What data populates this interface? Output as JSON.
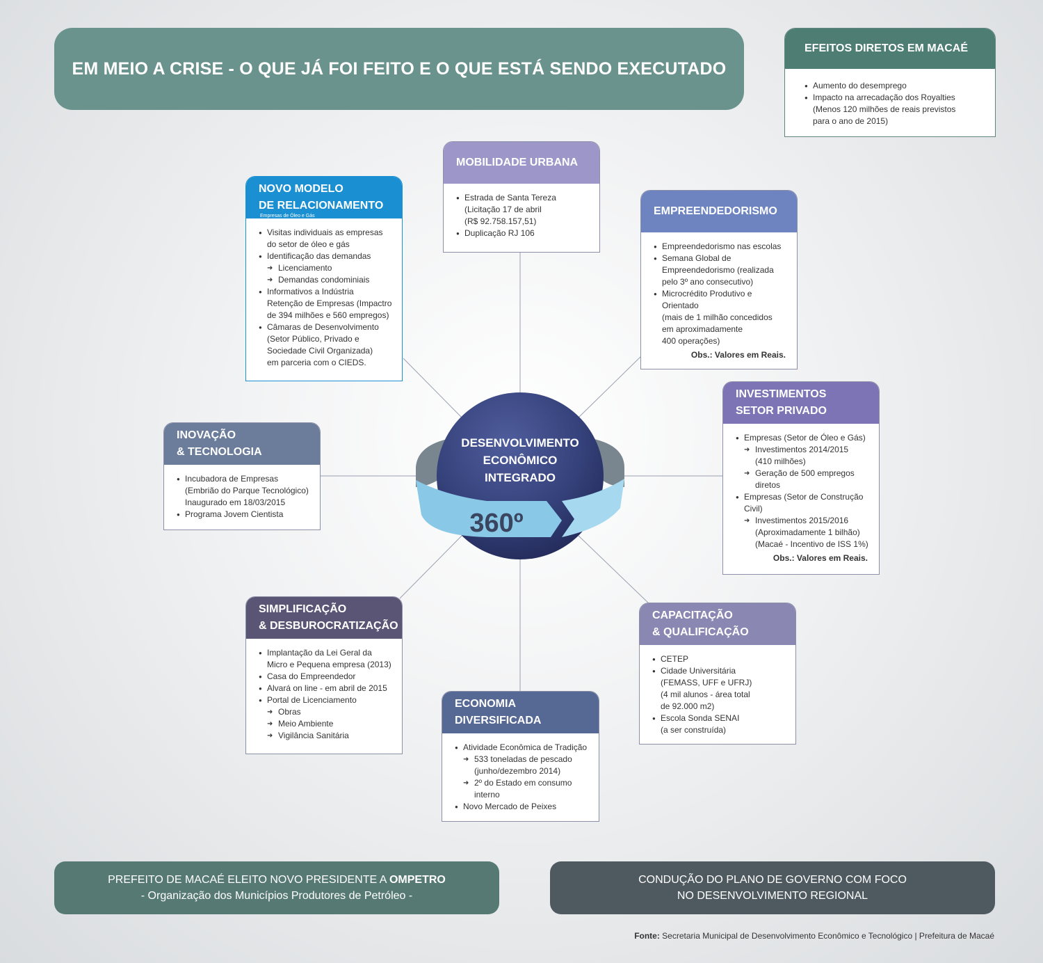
{
  "title": "EM MEIO A CRISE - O QUE JÁ FOI FEITO E O QUE ESTÁ SENDO EXECUTADO",
  "efeitos": {
    "title": "EFEITOS DIRETOS EM MACAÉ",
    "items": [
      "Aumento do desemprego",
      "Impacto na arrecadação dos Royalties",
      "(Menos 120 milhões de reais previstos",
      "para o ano de 2015)"
    ]
  },
  "center": {
    "line1": "DESENVOLVIMENTO",
    "line2": "ECONÔMICO",
    "line3": "INTEGRADO",
    "badge": "360º"
  },
  "mobilidade": {
    "title": "MOBILIDADE URBANA",
    "items": [
      "Estrada de Santa Tereza",
      "(Licitação 17 de abril",
      "(R$ 92.758.157,51)",
      "Duplicação RJ 106"
    ]
  },
  "novo_modelo": {
    "title1": "NOVO MODELO",
    "title2": "DE RELACIONAMENTO",
    "subtitle": "Empresas de Óleo e Gás",
    "items": [
      "Visitas individuais as empresas",
      "do setor de óleo e gás",
      "Identificação das demandas",
      "Licenciamento",
      "Demandas condominiais",
      "Informativos a Indústria",
      "Retenção de Empresas (Impactro",
      "de 394 milhões e 560 empregos)",
      "Câmaras de Desenvolvimento",
      "(Setor Público, Privado e",
      "Sociedade Civil Organizada)",
      "em parceria com o CIEDS."
    ]
  },
  "empreendedorismo": {
    "title": "EMPREENDEDORISMO",
    "items": [
      "Empreendedorismo nas escolas",
      "Semana Global de",
      "Empreendedorismo (realizada",
      "pelo 3º ano consecutivo)",
      "Microcrédito Produtivo e",
      "Orientado",
      "(mais de 1 milhão concedidos",
      "em aproximadamente",
      "400 operações)"
    ],
    "obs": "Obs.: Valores em Reais."
  },
  "investimentos": {
    "title1": "INVESTIMENTOS",
    "title2": "SETOR PRIVADO",
    "items": [
      "Empresas (Setor de Óleo e Gás)",
      "Investimentos 2014/2015",
      "(410 milhões)",
      "Geração de 500 empregos",
      "diretos",
      "Empresas (Setor de Construção",
      "Civil)",
      "Investimentos 2015/2016",
      "(Aproximadamente 1 bilhão)",
      "(Macaé - Incentivo de ISS 1%)"
    ],
    "obs": "Obs.: Valores em Reais."
  },
  "inovacao": {
    "title1": "INOVAÇÃO",
    "title2": "& TECNOLOGIA",
    "items": [
      "Incubadora de Empresas",
      "(Embrião do Parque Tecnológico)",
      "Inaugurado em 18/03/2015",
      "Programa Jovem Cientista"
    ]
  },
  "simplificacao": {
    "title1": "SIMPLIFICAÇÃO",
    "title2": "& DESBUROCRATIZAÇÃO",
    "items": [
      "Implantação da Lei Geral da",
      "Micro e Pequena empresa (2013)",
      "Casa do Empreendedor",
      "Alvará on line - em abril de 2015",
      "Portal de Licenciamento",
      "Obras",
      "Meio Ambiente",
      "Vigilância Sanitária"
    ]
  },
  "capacitacao": {
    "title1": "CAPACITAÇÃO",
    "title2": "& QUALIFICAÇÃO",
    "items": [
      "CETEP",
      "Cidade Universitária",
      "(FEMASS, UFF e UFRJ)",
      "(4 mil alunos - área total",
      "de 92.000 m2)",
      "Escola Sonda SENAI",
      "(a ser construída)"
    ]
  },
  "economia": {
    "title1": "ECONOMIA",
    "title2": "DIVERSIFICADA",
    "items": [
      "Atividade Econômica de Tradição",
      "533 toneladas de pescado",
      "(junho/dezembro 2014)",
      "2º do Estado em consumo",
      "interno",
      "Novo Mercado de Peixes"
    ]
  },
  "bottom_left": {
    "line1_prefix": "PREFEITO DE MACAÉ ELEITO NOVO PRESIDENTE A ",
    "line1_bold": "OMPETRO",
    "line2": "- Organização dos Municípios Produtores de Petróleo -"
  },
  "bottom_right": {
    "line1": "CONDUÇÃO DO PLANO DE GOVERNO COM FOCO",
    "line2": "NO DESENVOLVIMENTO REGIONAL"
  },
  "fonte": {
    "label": "Fonte:",
    "text": " Secretaria Municipal de Desenvolvimento Econômico e Tecnológico | Prefeitura de Macaé"
  },
  "colors": {
    "banner": "#6a938e",
    "efeitos_header": "#4d7d73",
    "mobilidade": "#9d97c9",
    "novo_modelo": "#1a8fd2",
    "empreendedorismo": "#6d84c0",
    "investimentos": "#7c74b4",
    "inovacao": "#6b7d9b",
    "simplificacao": "#5b5575",
    "capacitacao": "#8a87b2",
    "economia": "#566894",
    "bottom_left": "#567a73",
    "bottom_right": "#4f5a60"
  }
}
